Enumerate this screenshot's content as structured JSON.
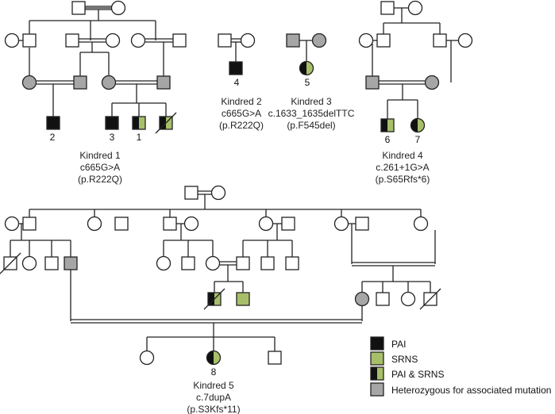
{
  "colors": {
    "affected": "#111111",
    "srns": "#a8bf6a",
    "heterozygous": "#a6a6a6",
    "line": "#222222",
    "empty": "#ffffff"
  },
  "kindreds": [
    {
      "title": "Kindred 1",
      "variant": "c665G>A",
      "protein": "(p.R222Q)"
    },
    {
      "title": "Kindred 2",
      "variant": "c665G>A",
      "protein": "(p.R222Q)"
    },
    {
      "title": "Kindred 3",
      "variant": "c.1633_1635delTTC",
      "protein": "(p.F545del)"
    },
    {
      "title": "Kindred 4",
      "variant": "c.261+1G>A",
      "protein": "(p.S65Rfs*6)"
    },
    {
      "title": "Kindred 5",
      "variant": "c.7dupA",
      "protein": "(p.S3Kfs*11)"
    }
  ],
  "patient_numbers": [
    "2",
    "3",
    "1",
    "4",
    "5",
    "6",
    "7",
    "8"
  ],
  "legend": [
    {
      "label": "PAI",
      "style": "affected"
    },
    {
      "label": "SRNS",
      "style": "srns"
    },
    {
      "label": "PAI & SRNS",
      "style": "both"
    },
    {
      "label": "Heterozygous for associated mutation",
      "style": "heterozygous"
    }
  ]
}
